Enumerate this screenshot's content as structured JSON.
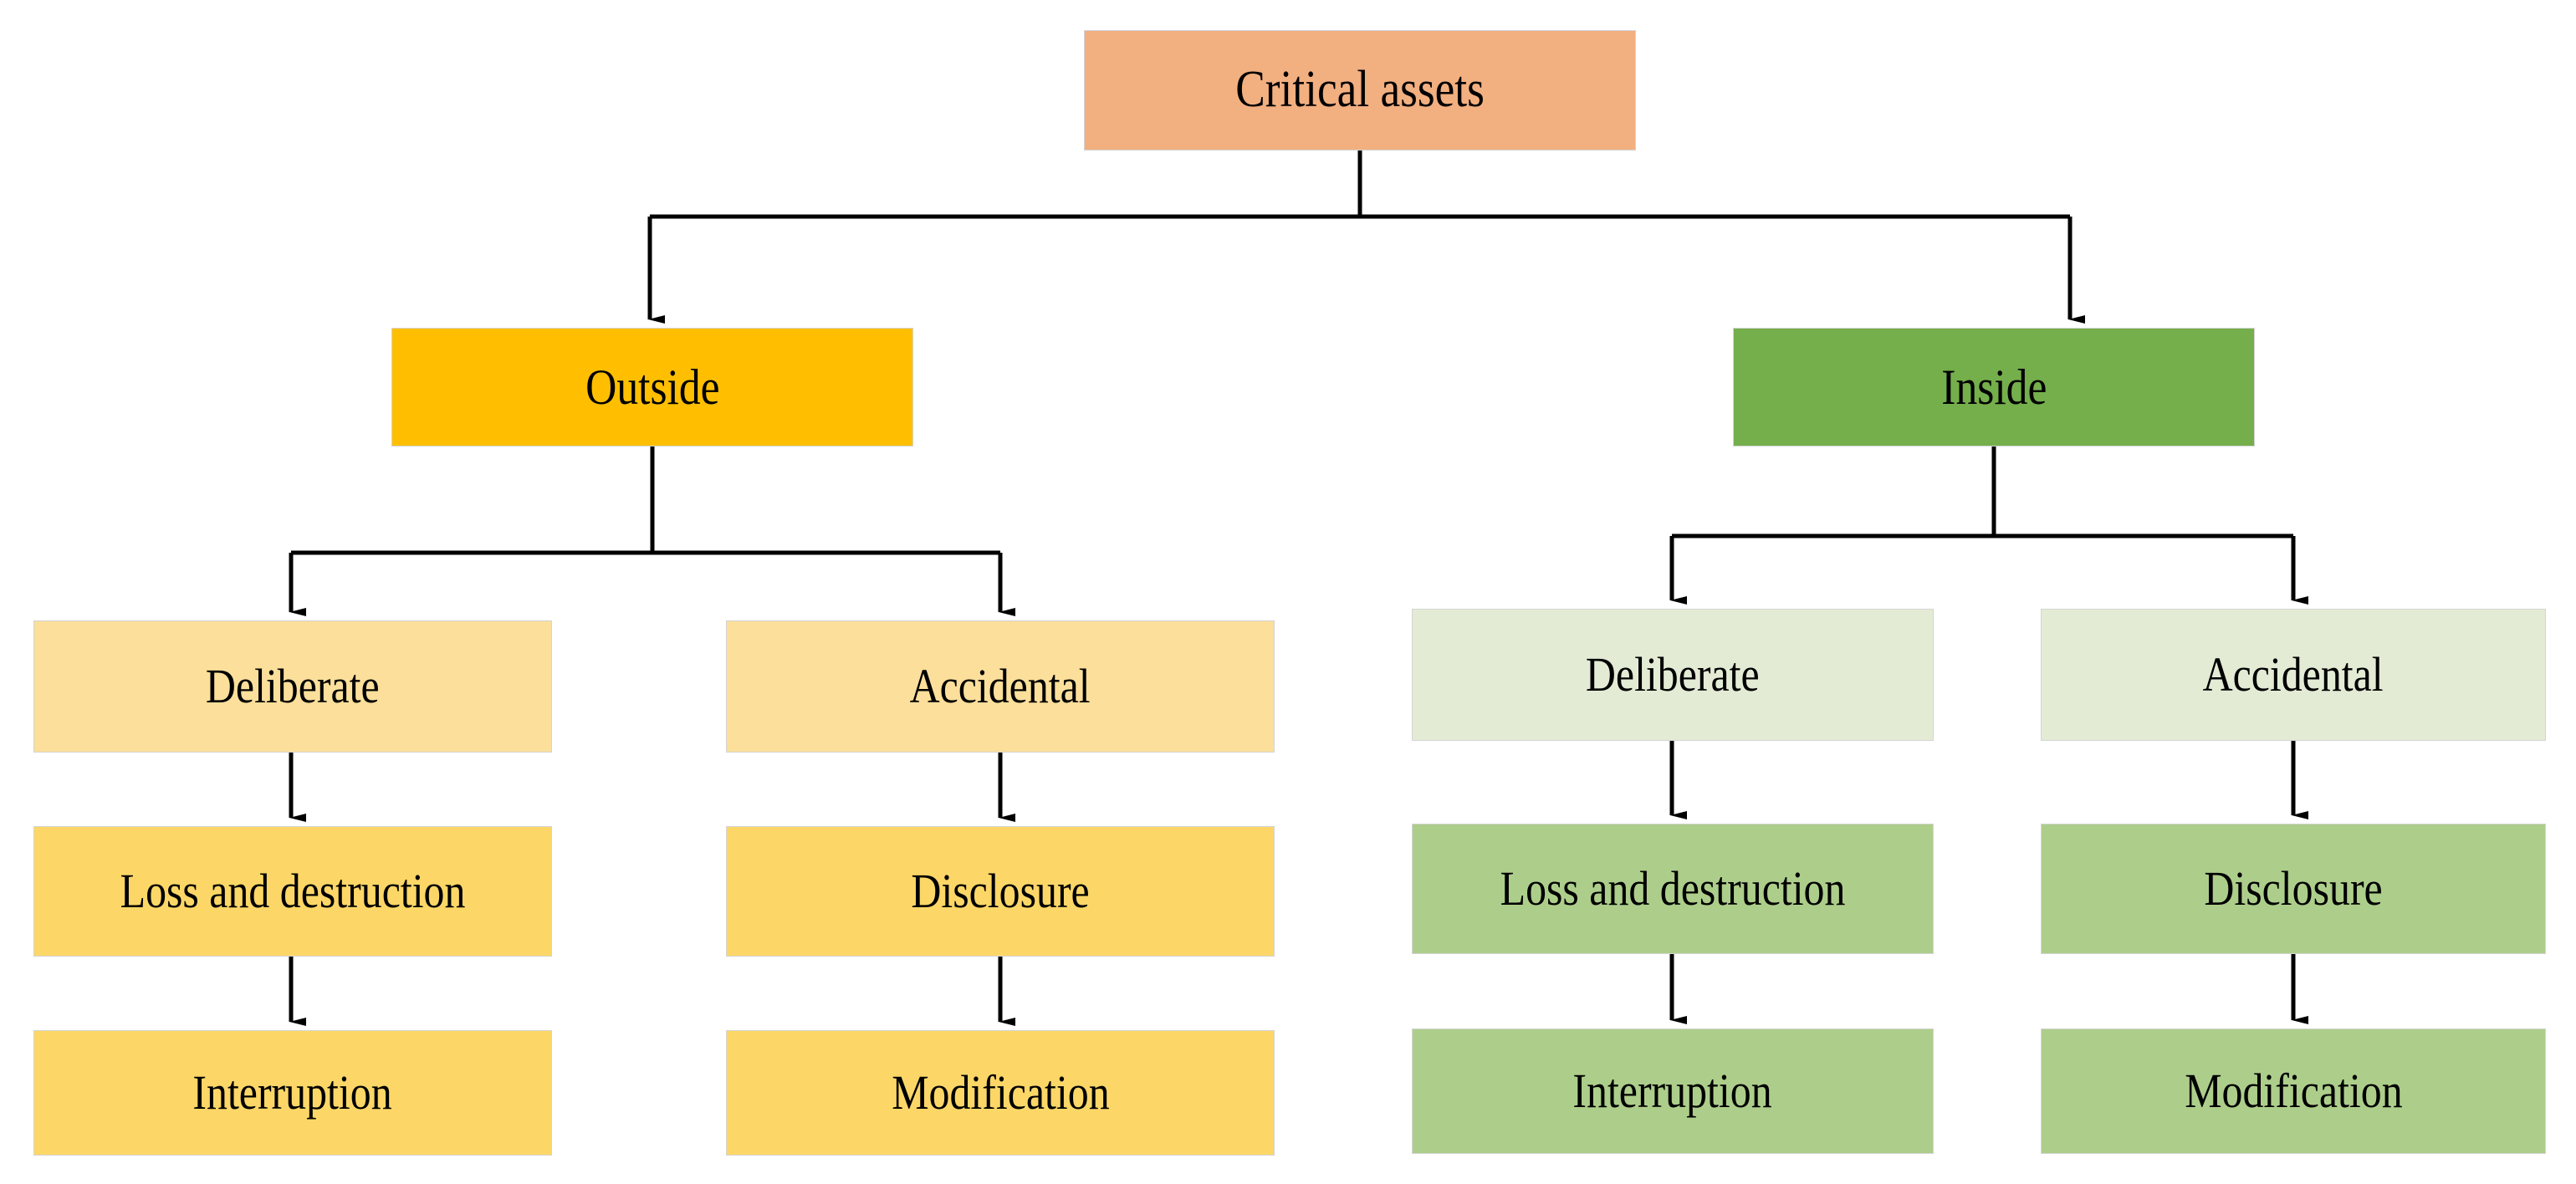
{
  "diagram": {
    "title": "Critical assets threat taxonomy",
    "type": "tree",
    "background": "#ffffff",
    "edge_color": "#000000",
    "node_border_color": "#d4d4d4",
    "text_color": "#000000"
  },
  "palette": {
    "root": "#f2af80",
    "outside": "#ffbf00",
    "inside": "#74af4c",
    "outside_light": "#fbdf9b",
    "outside_mid": "#fcd767",
    "inside_light": "#e3ebd5",
    "inside_mid": "#adce8b"
  },
  "nodes": {
    "root": {
      "label": "Critical assets",
      "color": "#f2af80"
    },
    "outside": {
      "label": "Outside",
      "color": "#ffbf00"
    },
    "inside": {
      "label": "Inside",
      "color": "#74af4c"
    },
    "outside_deliberate": {
      "label": "Deliberate",
      "color": "#fbdf9b"
    },
    "outside_accidental": {
      "label": "Accidental",
      "color": "#fbdf9b"
    },
    "inside_deliberate": {
      "label": "Deliberate",
      "color": "#e3ebd5"
    },
    "inside_accidental": {
      "label": "Accidental",
      "color": "#e3ebd5"
    },
    "outside_loss": {
      "label": "Loss and destruction",
      "color": "#fcd767"
    },
    "outside_disclosure": {
      "label": "Disclosure",
      "color": "#fcd767"
    },
    "inside_loss": {
      "label": "Loss and destruction",
      "color": "#adce8b"
    },
    "inside_disclosure": {
      "label": "Disclosure",
      "color": "#adce8b"
    },
    "outside_interruption": {
      "label": "Interruption",
      "color": "#fcd767"
    },
    "outside_modification": {
      "label": "Modification",
      "color": "#fcd767"
    },
    "inside_interruption": {
      "label": "Interruption",
      "color": "#adce8b"
    },
    "inside_modification": {
      "label": "Modification",
      "color": "#adce8b"
    }
  }
}
